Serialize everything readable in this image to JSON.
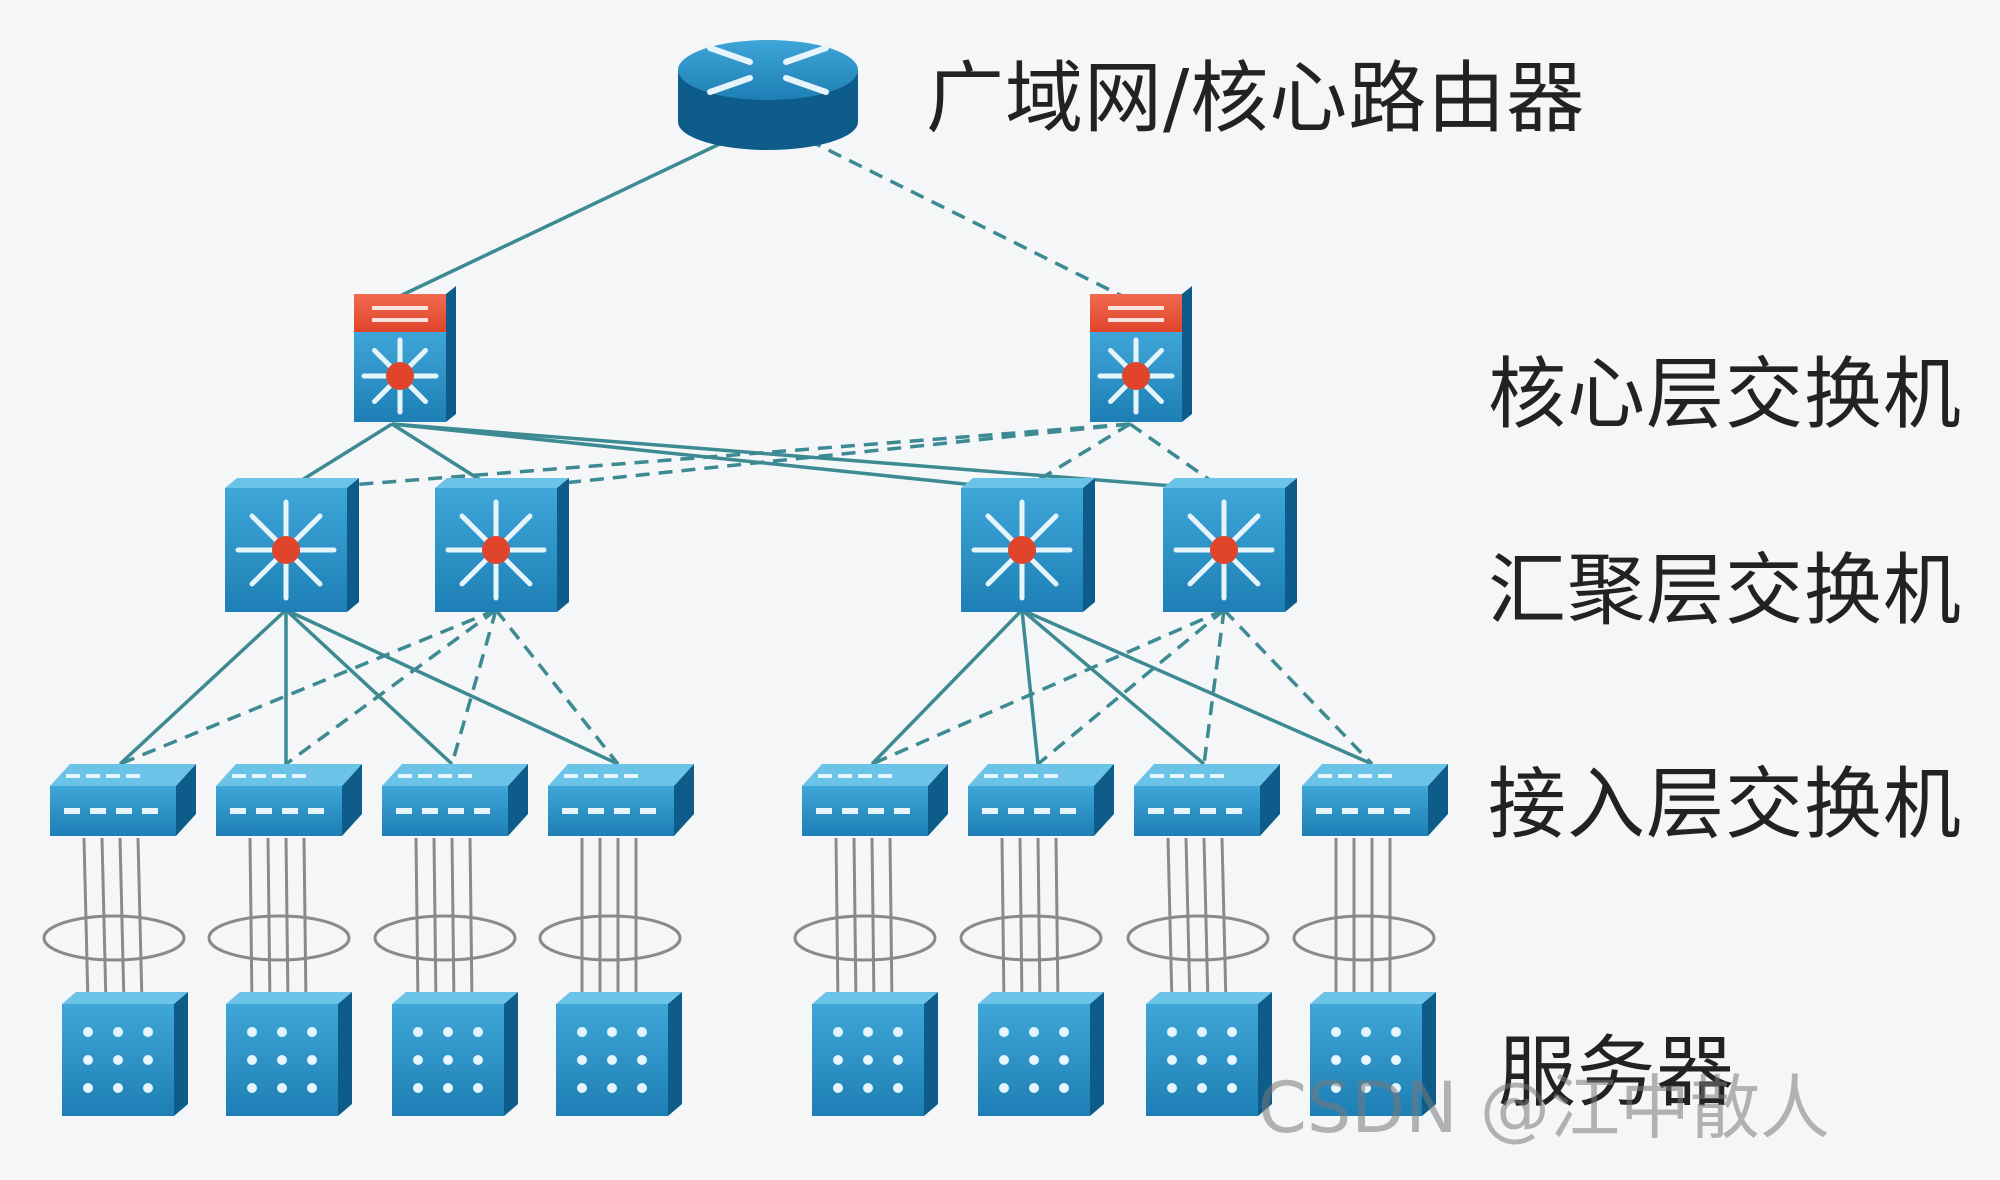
{
  "labels": {
    "core_router": "广域网/核心路由器",
    "core_switch": "核心层交换机",
    "aggregation_switch": "汇聚层交换机",
    "access_switch": "接入层交换机",
    "server": "服务器"
  },
  "watermark": "CSDN @江中散人",
  "colors": {
    "device_blue": "#1d7fb5",
    "device_dark": "#0e5c8a",
    "device_light": "#6cc3e8",
    "core_red": "#e0452c",
    "link": "#3d8a92",
    "background": "#f4f6f8"
  },
  "icons": {
    "router": "router-icon",
    "l3_switch": "multilayer-switch-icon",
    "switch": "workgroup-switch-icon",
    "server": "server-icon"
  }
}
